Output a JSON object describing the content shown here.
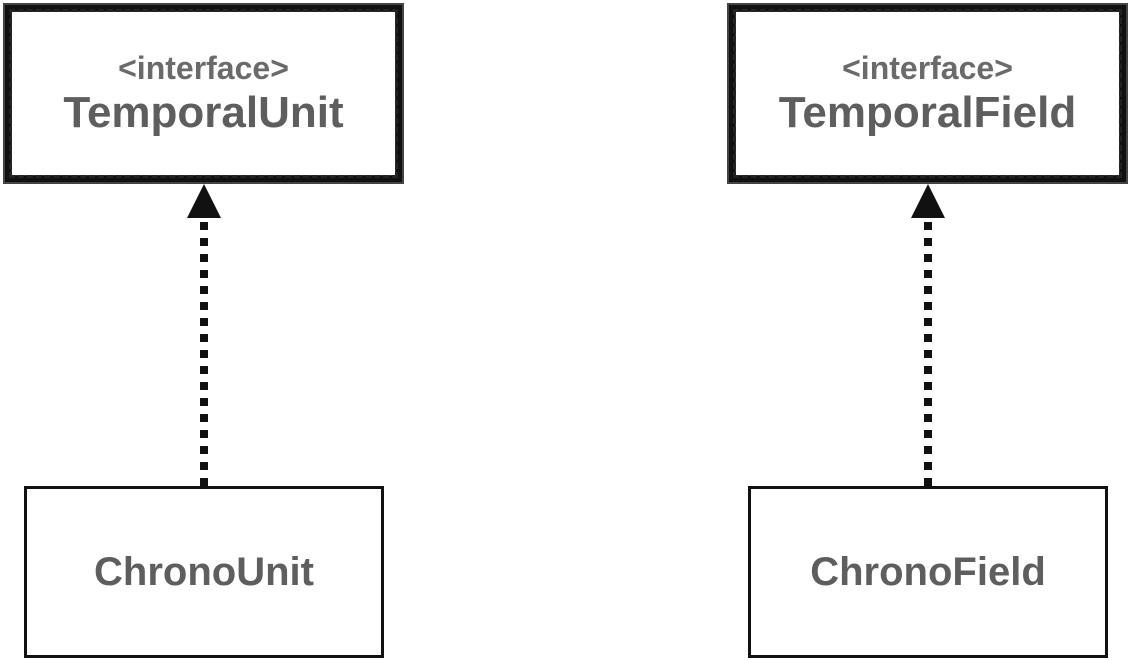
{
  "diagram": {
    "nodes": {
      "temporal_unit": {
        "stereotype": "<interface>",
        "name": "TemporalUnit"
      },
      "temporal_field": {
        "stereotype": "<interface>",
        "name": "TemporalField"
      },
      "chrono_unit": {
        "name": "ChronoUnit"
      },
      "chrono_field": {
        "name": "ChronoField"
      }
    },
    "edges": [
      {
        "from": "ChronoUnit",
        "to": "TemporalUnit",
        "style": "dotted",
        "arrow": "filled-triangle"
      },
      {
        "from": "ChronoField",
        "to": "TemporalField",
        "style": "dotted",
        "arrow": "filled-triangle"
      }
    ],
    "colors": {
      "text": "#5e5e5e",
      "border": "#111111",
      "background": "#ffffff"
    }
  }
}
